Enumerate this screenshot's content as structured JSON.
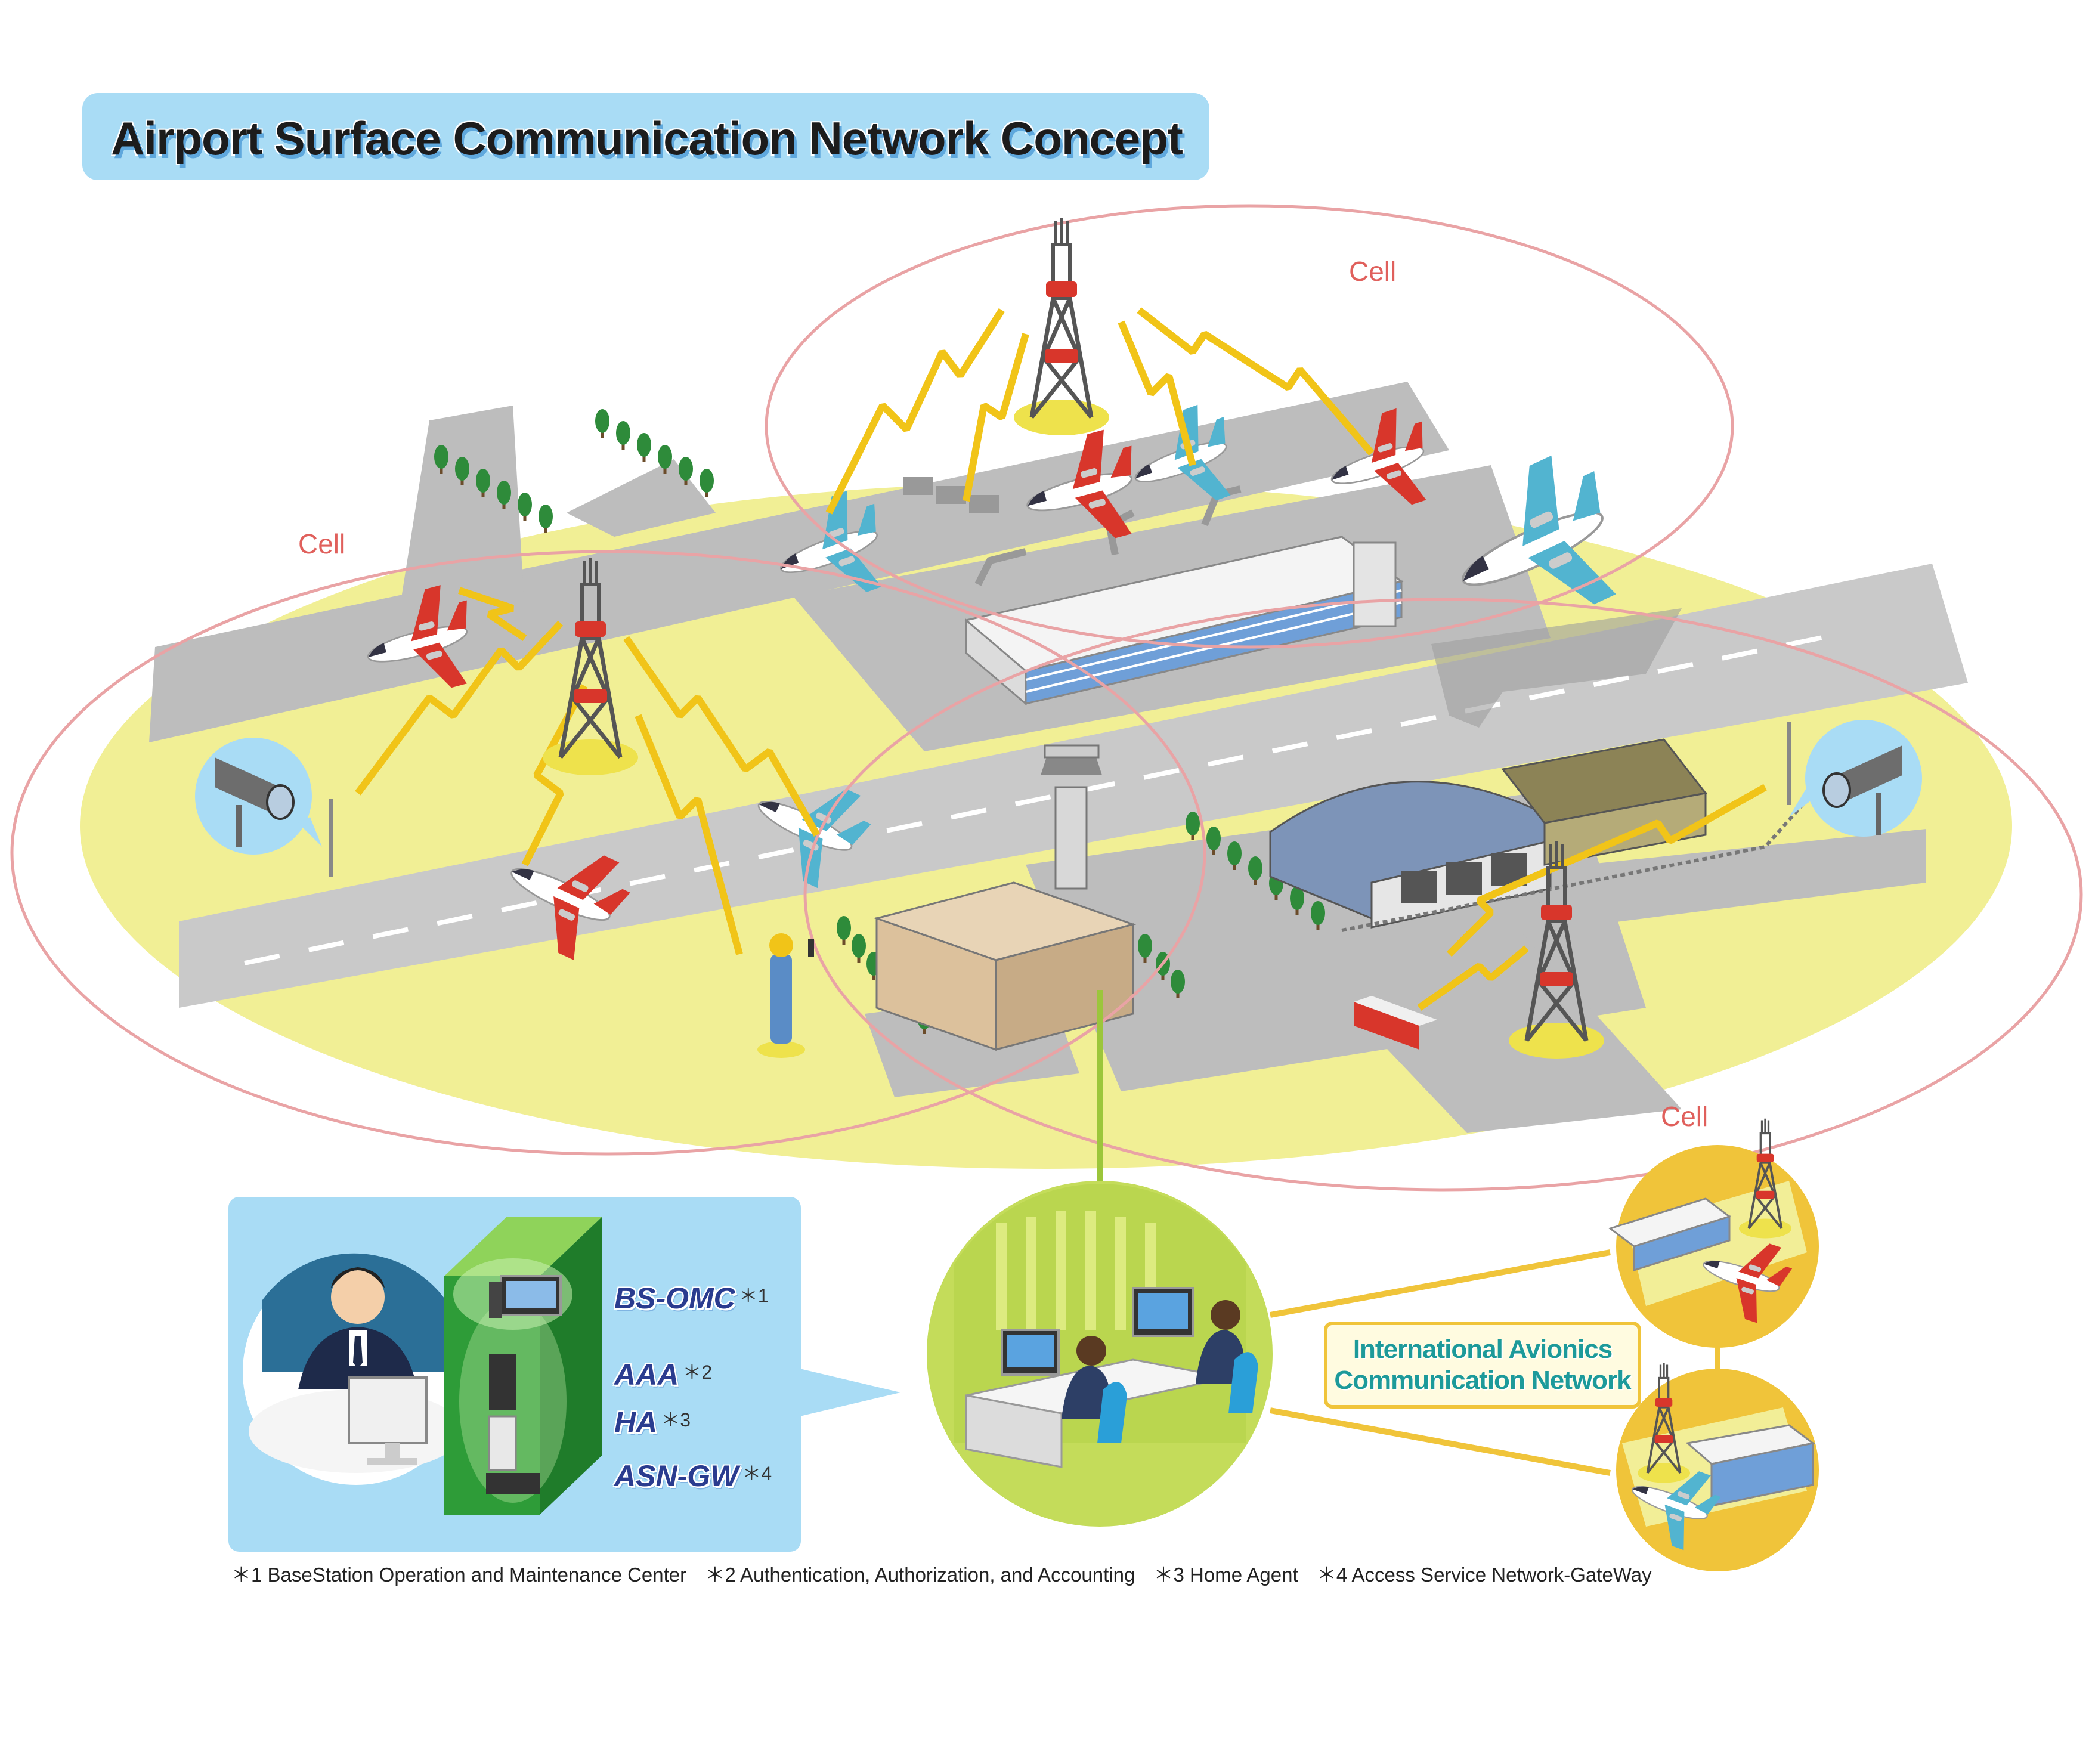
{
  "title": "Airport Surface Communication Network Concept",
  "cells": [
    "Cell",
    "Cell",
    "Cell"
  ],
  "servers": [
    {
      "label": "BS-OMC",
      "mark": "＊1"
    },
    {
      "label": "AAA",
      "mark": "＊2"
    },
    {
      "label": "HA",
      "mark": "＊3"
    },
    {
      "label": "ASN-GW",
      "mark": "＊4"
    }
  ],
  "intl_network": {
    "line1": "International Avionics",
    "line2": "Communication Network"
  },
  "footnotes": [
    "＊1  BaseStation Operation and Maintenance Center",
    "＊2  Authentication, Authorization, and Accounting",
    "＊3  Home Agent",
    "＊4  Access Service Network-GateWay"
  ],
  "colors": {
    "ground": "#f1ef95",
    "runway": "#c4c4c4",
    "cell_ring": "#e9a3a5",
    "lightning": "#f1c418",
    "tower_red": "#d8362b",
    "panel_blue": "#a9dcf5",
    "link_yellow": "#f0c43a",
    "link_green": "#9cc63b"
  }
}
